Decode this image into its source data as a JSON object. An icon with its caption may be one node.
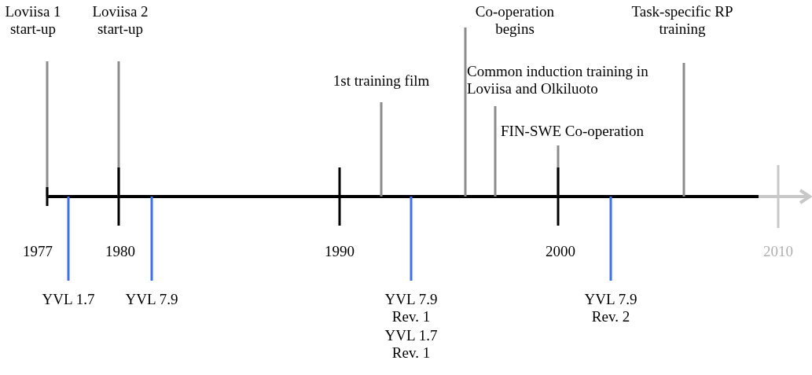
{
  "diagram": {
    "labels": [
      "Loviisa 1 start-up",
      "Loviisa 2 start-up",
      "Co-operation begins",
      "Task-specific RP training",
      "1st training film",
      "Common induction training in Loviisa and Olkiluoto",
      "FIN-SWE Co-operation",
      "1977",
      "1980",
      "1990",
      "2000",
      "2010",
      "YVL 1.7",
      "YVL 7.9",
      "YVL 7.9 Rev. 1",
      "YVL 1.7 Rev. 1",
      "YVL 7.9 Rev. 2"
    ]
  }
}
